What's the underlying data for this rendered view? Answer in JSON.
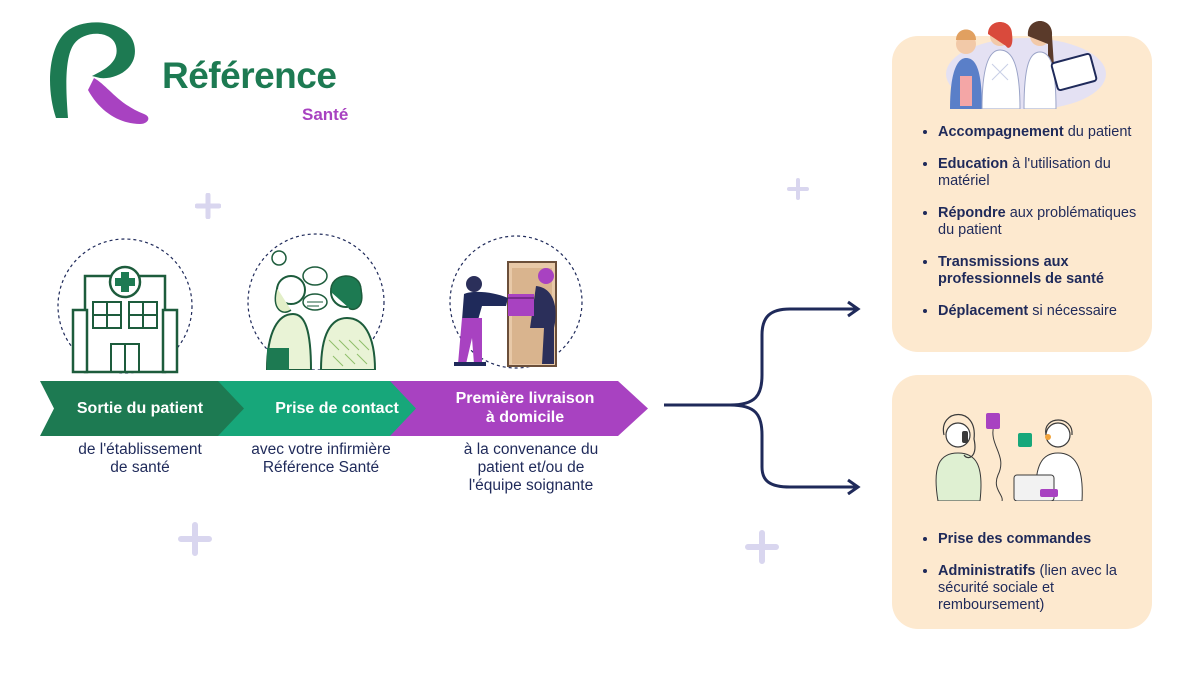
{
  "brand": {
    "name": "Référence",
    "sub": "Santé",
    "colors": {
      "green": "#1d7a52",
      "purple": "#a842c1",
      "navy": "#1f2a5a",
      "card": "#fde9cf"
    }
  },
  "steps": [
    {
      "label": "Sortie du patient",
      "desc_lines": [
        "de l'établissement",
        "de santé"
      ],
      "color": "#1d7a52",
      "icon": "hospital-icon"
    },
    {
      "label": "Prise de contact",
      "desc_lines": [
        "avec votre infirmière",
        "Référence Santé"
      ],
      "color": "#17a77a",
      "icon": "nurse-patient-icon"
    },
    {
      "label_lines": [
        "Première livraison",
        "à domicile"
      ],
      "desc_lines": [
        "à la convenance du",
        "patient et/ou de",
        "l'équipe soignante"
      ],
      "color": "#a842c1",
      "icon": "home-delivery-icon"
    }
  ],
  "card_top": {
    "icon": "nurses-icon",
    "items": [
      {
        "bold": "Accompagnement",
        "rest": " du patient"
      },
      {
        "bold": "Education",
        "rest": " à l'utilisation du matériel"
      },
      {
        "bold": "Répondre",
        "rest": " aux problématiques du patient"
      },
      {
        "bold": "Transmissions aux professionnels de santé",
        "rest": ""
      },
      {
        "bold": "Déplacement",
        "rest": " si nécessaire"
      }
    ]
  },
  "card_bottom": {
    "icon": "call-center-icon",
    "items": [
      {
        "bold": "Prise des commandes",
        "rest": ""
      },
      {
        "bold": "Administratifs",
        "rest": " (lien avec la sécurité sociale et remboursement)"
      }
    ]
  }
}
